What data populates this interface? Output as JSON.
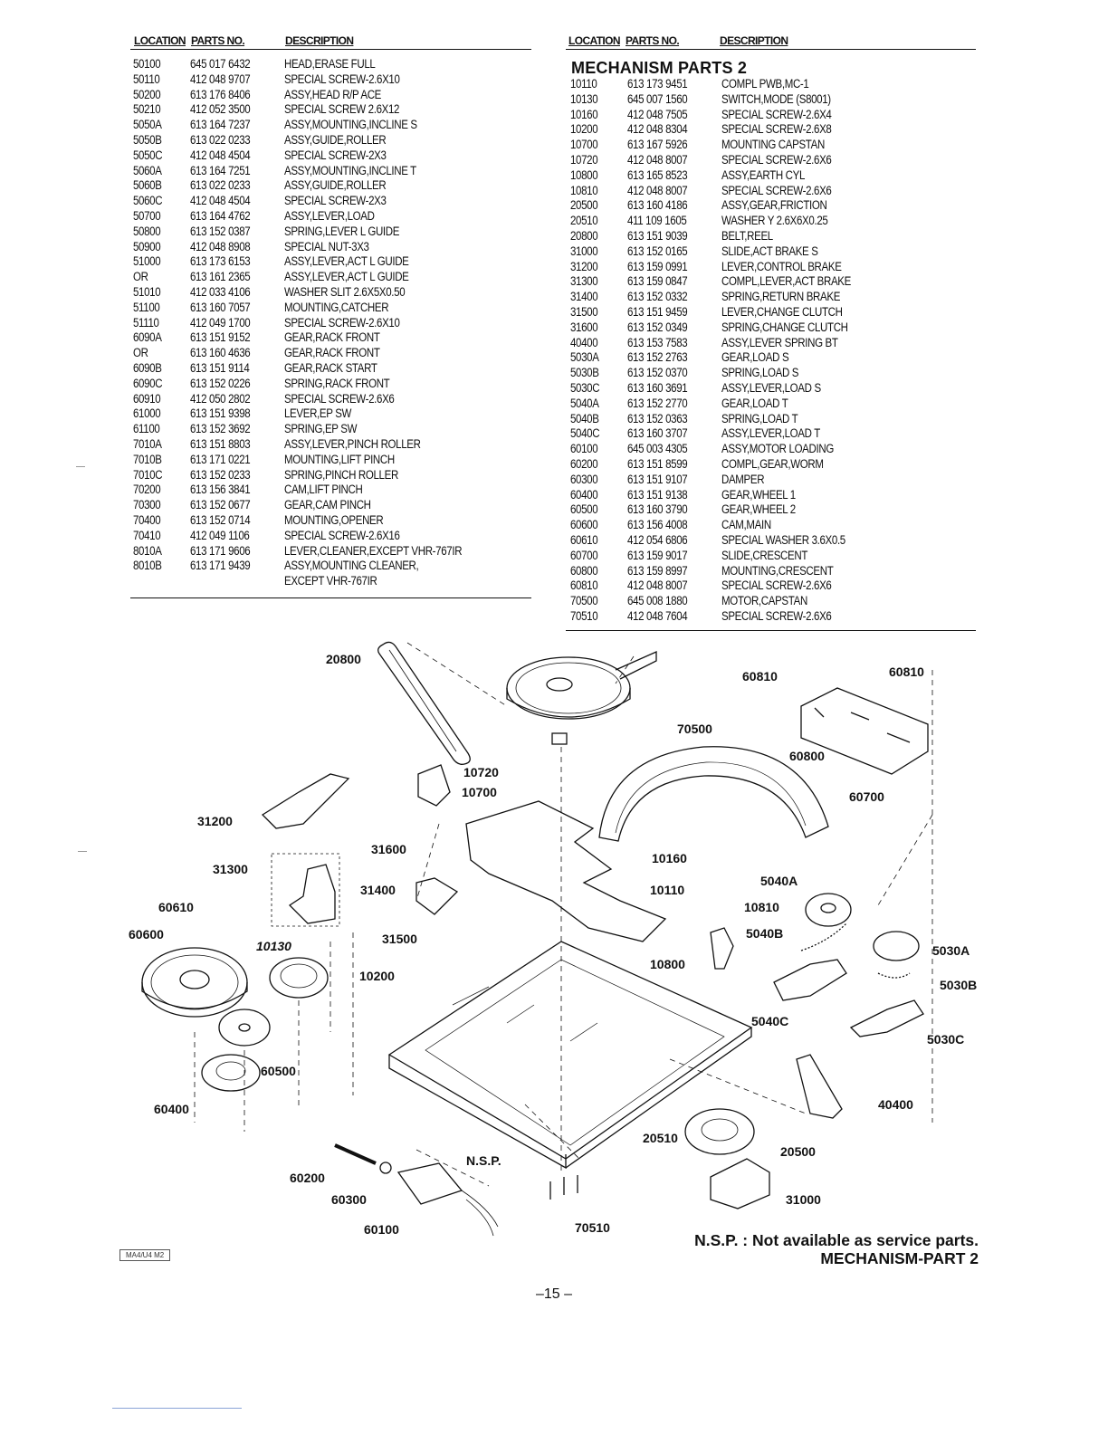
{
  "headers": {
    "location": "LOCATION",
    "parts_no": "PARTS NO.",
    "description": "DESCRIPTION"
  },
  "left_table": [
    [
      "50100",
      "645 017 6432",
      "HEAD,ERASE FULL"
    ],
    [
      "50110",
      "412 048 9707",
      "SPECIAL SCREW-2.6X10"
    ],
    [
      "50200",
      "613 176 8406",
      "ASSY,HEAD R/P ACE"
    ],
    [
      "50210",
      "412 052 3500",
      "SPECIAL SCREW 2.6X12"
    ],
    [
      "5050A",
      "613 164 7237",
      "ASSY,MOUNTING,INCLINE S"
    ],
    [
      "5050B",
      "613 022 0233",
      "ASSY,GUIDE,ROLLER"
    ],
    [
      "5050C",
      "412 048 4504",
      "SPECIAL SCREW-2X3"
    ],
    [
      "5060A",
      "613 164 7251",
      "ASSY,MOUNTING,INCLINE T"
    ],
    [
      "5060B",
      "613 022 0233",
      "ASSY,GUIDE,ROLLER"
    ],
    [
      "5060C",
      "412 048 4504",
      "SPECIAL SCREW-2X3"
    ],
    [
      "50700",
      "613 164 4762",
      "ASSY,LEVER,LOAD"
    ],
    [
      "50800",
      "613 152 0387",
      "SPRING,LEVER L GUIDE"
    ],
    [
      "50900",
      "412 048 8908",
      "SPECIAL NUT-3X3"
    ],
    [
      "51000",
      "613 173 6153",
      "ASSY,LEVER,ACT L GUIDE"
    ],
    [
      "OR",
      "613 161 2365",
      "ASSY,LEVER,ACT L GUIDE"
    ],
    [
      "51010",
      "412 033 4106",
      "WASHER SLIT 2.6X5X0.50"
    ],
    [
      "51100",
      "613 160 7057",
      "MOUNTING,CATCHER"
    ],
    [
      "51110",
      "412 049 1700",
      "SPECIAL SCREW-2.6X10"
    ],
    [
      "6090A",
      "613 151 9152",
      "GEAR,RACK FRONT"
    ],
    [
      "OR",
      "613 160 4636",
      "GEAR,RACK FRONT"
    ],
    [
      "6090B",
      "613 151 9114",
      "GEAR,RACK START"
    ],
    [
      "6090C",
      "613 152 0226",
      "SPRING,RACK FRONT"
    ],
    [
      "60910",
      "412 050 2802",
      "SPECIAL SCREW-2.6X6"
    ],
    [
      "61000",
      "613 151 9398",
      "LEVER,EP SW"
    ],
    [
      "61100",
      "613 152 3692",
      "SPRING,EP SW"
    ],
    [
      "7010A",
      "613 151 8803",
      "ASSY,LEVER,PINCH ROLLER"
    ],
    [
      "7010B",
      "613 171 0221",
      "MOUNTING,LIFT PINCH"
    ],
    [
      "7010C",
      "613 152 0233",
      "SPRING,PINCH ROLLER"
    ],
    [
      "70200",
      "613 156 3841",
      "CAM,LIFT PINCH"
    ],
    [
      "70300",
      "613 152 0677",
      "GEAR,CAM PINCH"
    ],
    [
      "70400",
      "613 152 0714",
      "MOUNTING,OPENER"
    ],
    [
      "70410",
      "412 049 1106",
      "SPECIAL SCREW-2.6X16"
    ],
    [
      "8010A",
      "613 171 9606",
      "LEVER,CLEANER,EXCEPT VHR-767IR"
    ],
    [
      "8010B",
      "613 171 9439",
      "ASSY,MOUNTING CLEANER,"
    ],
    [
      "",
      "",
      "EXCEPT VHR-767IR"
    ]
  ],
  "right_section_title": "MECHANISM PARTS 2",
  "right_table": [
    [
      "10110",
      "613 173 9451",
      "COMPL PWB,MC-1"
    ],
    [
      "10130",
      "645 007 1560",
      "SWITCH,MODE (S8001)"
    ],
    [
      "10160",
      "412 048 7505",
      "SPECIAL SCREW-2.6X4"
    ],
    [
      "10200",
      "412 048 8304",
      "SPECIAL SCREW-2.6X8"
    ],
    [
      "10700",
      "613 167 5926",
      "MOUNTING CAPSTAN"
    ],
    [
      "10720",
      "412 048 8007",
      "SPECIAL SCREW-2.6X6"
    ],
    [
      "10800",
      "613 165 8523",
      "ASSY,EARTH CYL"
    ],
    [
      "10810",
      "412 048 8007",
      "SPECIAL SCREW-2.6X6"
    ],
    [
      "20500",
      "613 160 4186",
      "ASSY,GEAR,FRICTION"
    ],
    [
      "20510",
      "411 109 1605",
      "WASHER Y 2.6X6X0.25"
    ],
    [
      "20800",
      "613 151 9039",
      "BELT,REEL"
    ],
    [
      "31000",
      "613 152 0165",
      "SLIDE,ACT BRAKE S"
    ],
    [
      "31200",
      "613 159 0991",
      "LEVER,CONTROL BRAKE"
    ],
    [
      "31300",
      "613 159 0847",
      "COMPL,LEVER,ACT BRAKE"
    ],
    [
      "31400",
      "613 152 0332",
      "SPRING,RETURN BRAKE"
    ],
    [
      "31500",
      "613 151 9459",
      "LEVER,CHANGE CLUTCH"
    ],
    [
      "31600",
      "613 152 0349",
      "SPRING,CHANGE CLUTCH"
    ],
    [
      "40400",
      "613 153 7583",
      "ASSY,LEVER SPRING BT"
    ],
    [
      "5030A",
      "613 152 2763",
      "GEAR,LOAD S"
    ],
    [
      "5030B",
      "613 152 0370",
      "SPRING,LOAD S"
    ],
    [
      "5030C",
      "613 160 3691",
      "ASSY,LEVER,LOAD S"
    ],
    [
      "5040A",
      "613 152 2770",
      "GEAR,LOAD T"
    ],
    [
      "5040B",
      "613 152 0363",
      "SPRING,LOAD T"
    ],
    [
      "5040C",
      "613 160 3707",
      "ASSY,LEVER,LOAD T"
    ],
    [
      "60100",
      "645 003 4305",
      "ASSY,MOTOR LOADING"
    ],
    [
      "60200",
      "613 151 8599",
      "COMPL,GEAR,WORM"
    ],
    [
      "60300",
      "613 151 9107",
      "DAMPER"
    ],
    [
      "60400",
      "613 151 9138",
      "GEAR,WHEEL 1"
    ],
    [
      "60500",
      "613 160 3790",
      "GEAR,WHEEL 2"
    ],
    [
      "60600",
      "613 156 4008",
      "CAM,MAIN"
    ],
    [
      "60610",
      "412 054 6806",
      "SPECIAL WASHER 3.6X0.5"
    ],
    [
      "60700",
      "613 159 9017",
      "SLIDE,CRESCENT"
    ],
    [
      "60800",
      "613 159 8997",
      "MOUNTING,CRESCENT"
    ],
    [
      "60810",
      "412 048 8007",
      "SPECIAL SCREW-2.6X6"
    ],
    [
      "70500",
      "645 008 1880",
      "MOTOR,CAPSTAN"
    ],
    [
      "70510",
      "412 048 7604",
      "SPECIAL SCREW-2.6X6"
    ]
  ],
  "callouts": {
    "c20800": "20800",
    "c70500": "70500",
    "c60810a": "60810",
    "c60810b": "60810",
    "c60800": "60800",
    "c10720": "10720",
    "c10700": "10700",
    "c60700": "60700",
    "c31200": "31200",
    "c31600": "31600",
    "c10160": "10160",
    "c31300": "31300",
    "c31400": "31400",
    "c10110": "10110",
    "c5040A": "5040A",
    "c60610": "60610",
    "c10810": "10810",
    "c60600": "60600",
    "c31500": "31500",
    "c10130": "10130",
    "c5040B": "5040B",
    "c5030A": "5030A",
    "c10200": "10200",
    "c10800": "10800",
    "c5030B": "5030B",
    "c5040C": "5040C",
    "c5030C": "5030C",
    "c60500": "60500",
    "c40400": "40400",
    "c60400": "60400",
    "c20510": "20510",
    "c20500": "20500",
    "cNSP": "N.S.P.",
    "c60200": "60200",
    "c31000": "31000",
    "c60300": "60300",
    "c60100": "60100",
    "c70510": "70510"
  },
  "nsp_note": "N.S.P. : Not available as service parts.",
  "figure_title": "MECHANISM-PART 2",
  "stamp": "MA4/U4 M2",
  "page_number": "–15 –"
}
